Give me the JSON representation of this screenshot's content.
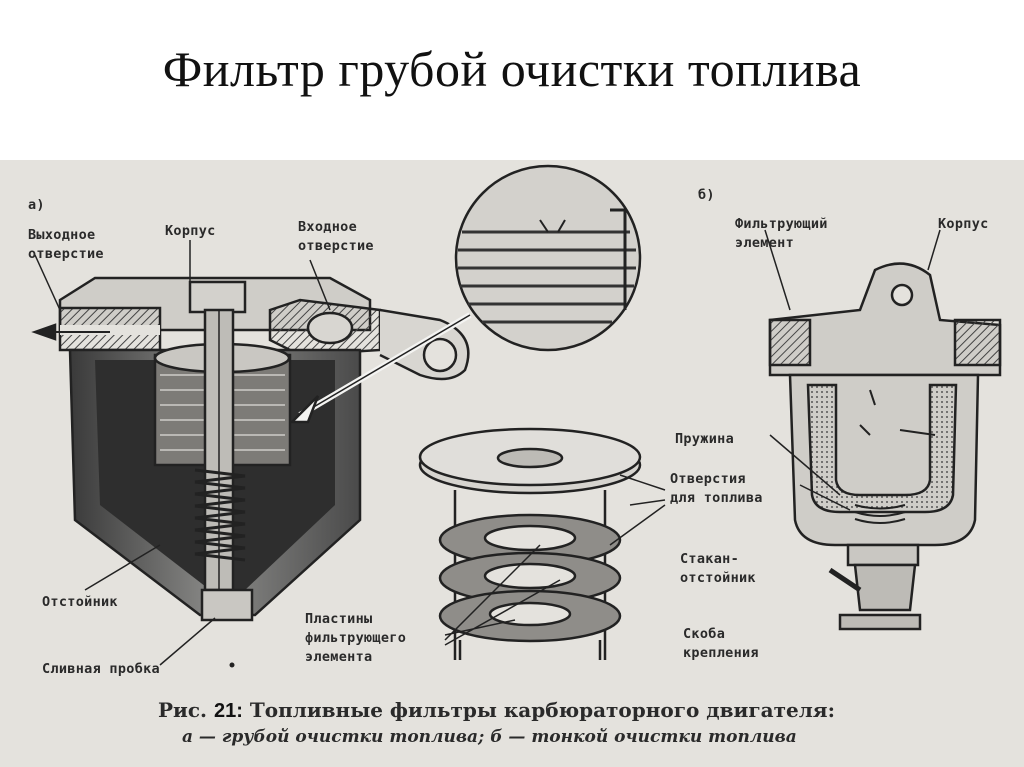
{
  "slide": {
    "title": "Фильтр грубой очистки топлива"
  },
  "figure": {
    "panel_a": {
      "marker": "а)",
      "labels": {
        "outlet": [
          "Выходное",
          "отверстие"
        ],
        "body": "Корпус",
        "inlet": [
          "Входное",
          "отверстие"
        ],
        "sump": "Отстойник",
        "drain_plug": "Сливная пробка"
      }
    },
    "panel_b": {
      "marker": "б)",
      "labels": {
        "element": [
          "Фильтрующий",
          "элемент"
        ],
        "body": "Корпус",
        "spring": "Пружина",
        "holes": [
          "Отверстия",
          "для топлива"
        ],
        "glass": [
          "Стакан-",
          "отстойник"
        ],
        "bracket": [
          "Скоба",
          "крепления"
        ]
      }
    },
    "plates_label": [
      "Пластины",
      "фильтрующего",
      "элемента"
    ],
    "caption": {
      "prefix": "Рис.",
      "number": "21:",
      "line1": "Топливные фильтры карбюраторного двигателя:",
      "line2": "а — грубой очистки топлива; б — тонкой очистки топлива"
    }
  }
}
